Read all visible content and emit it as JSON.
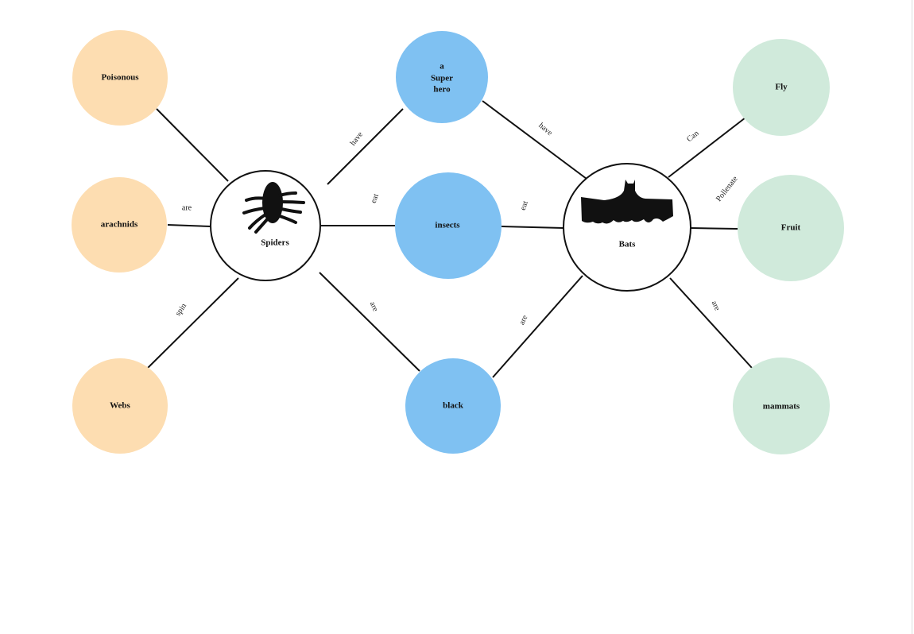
{
  "colors": {
    "spider_traits": "#FDDDB1",
    "shared_traits": "#7FC1F2",
    "bat_traits": "#D0EADB",
    "center": "#FFFFFF"
  },
  "nodes": {
    "poisonous": "Poisonous",
    "arachnids": "arachnids",
    "webs": "Webs",
    "spiders": "Spiders",
    "superhero": [
      "a",
      "Super",
      "hero"
    ],
    "insects": "insects",
    "black": "black",
    "bats": "Bats",
    "fly": "Fly",
    "fruit": "Fruit",
    "mammats": "mammats"
  },
  "edges": {
    "spiders_arachnids": "are",
    "spiders_webs": "spin",
    "spiders_superhero": "have",
    "spiders_insects": "eat",
    "spiders_black": "are",
    "bats_superhero": "have",
    "bats_insects": "eat",
    "bats_black": "are",
    "bats_fly": "Can",
    "bats_fruit": "Pollenate",
    "bats_mammats": "are"
  }
}
